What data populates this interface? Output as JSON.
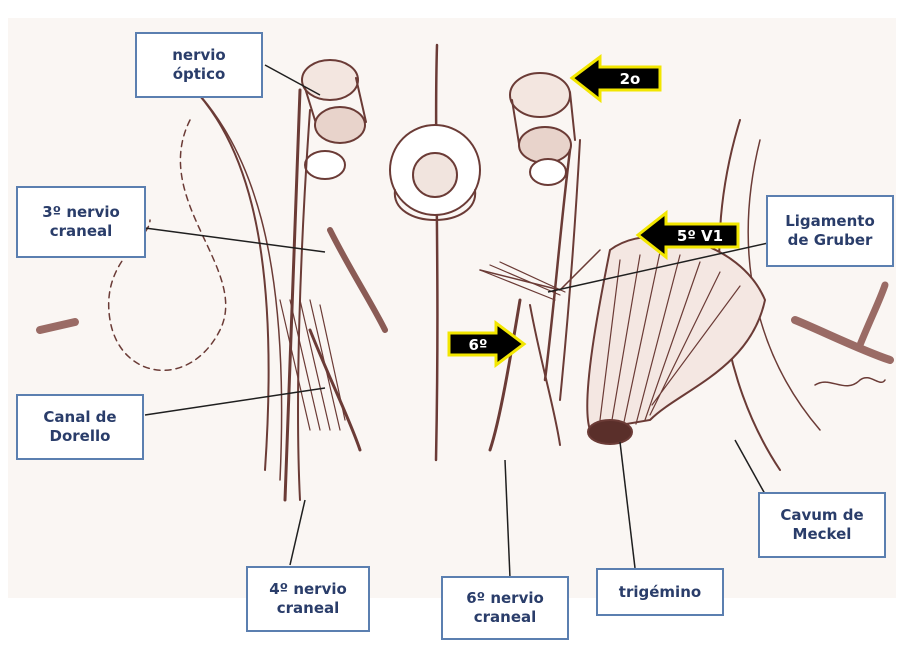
{
  "labels": {
    "optic": [
      "nervio",
      "óptico"
    ],
    "third": [
      "3º nervio",
      "craneal"
    ],
    "dorello": [
      "Canal de",
      "Dorello"
    ],
    "fourth": [
      "4º nervio",
      "craneal"
    ],
    "sixth": [
      "6º nervio",
      "craneal"
    ],
    "trigeminal": [
      "trigémino"
    ],
    "cavum": [
      "Cavum de",
      "Meckel"
    ],
    "gruber": [
      "Ligamento",
      "de Gruber"
    ]
  },
  "arrows": {
    "second": "2o",
    "fifth_v1": "5º V1",
    "sixth": "6º"
  },
  "colors": {
    "label_border": "#5b7fb0",
    "label_text": "#2a3d6a",
    "arrow_fill": "#000000",
    "arrow_outline": "#f2e600",
    "drawing": "#6b3b36",
    "background": "#faf6f3"
  }
}
